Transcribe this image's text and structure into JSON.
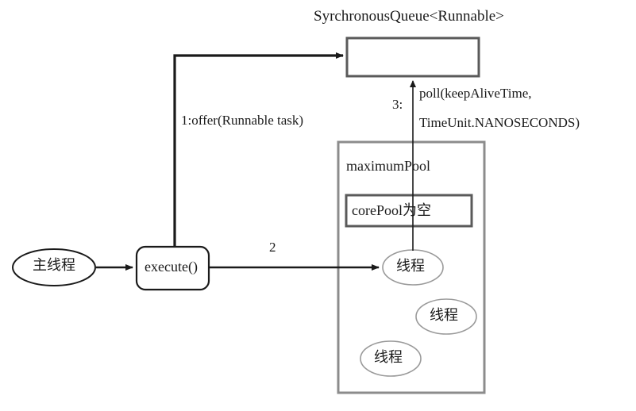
{
  "diagram": {
    "title_label": "SyrchronousQueue<Runnable>",
    "colors": {
      "stroke_dark": "#1a1a1a",
      "stroke_box_gray": "#5a5a5a",
      "stroke_light_gray": "#9a9a9a",
      "background": "#ffffff",
      "text": "#1a1a1a"
    },
    "queue": {
      "title": "SyrchronousQueue<Runnable>"
    },
    "edges": {
      "offer": "1:offer(Runnable task)",
      "poll_number": "3:",
      "poll_line1": "poll(keepAliveTime,",
      "poll_line2": "TimeUnit.NANOSECONDS)",
      "step2": "2"
    },
    "maximum_pool": {
      "label": "maximumPool",
      "core_pool_label": "corePool为空",
      "threads": [
        {
          "label": "线程"
        },
        {
          "label": "线程"
        },
        {
          "label": "线程"
        }
      ]
    },
    "main_thread": {
      "label": "主线程"
    },
    "execute_box": {
      "label": "execute()"
    }
  }
}
